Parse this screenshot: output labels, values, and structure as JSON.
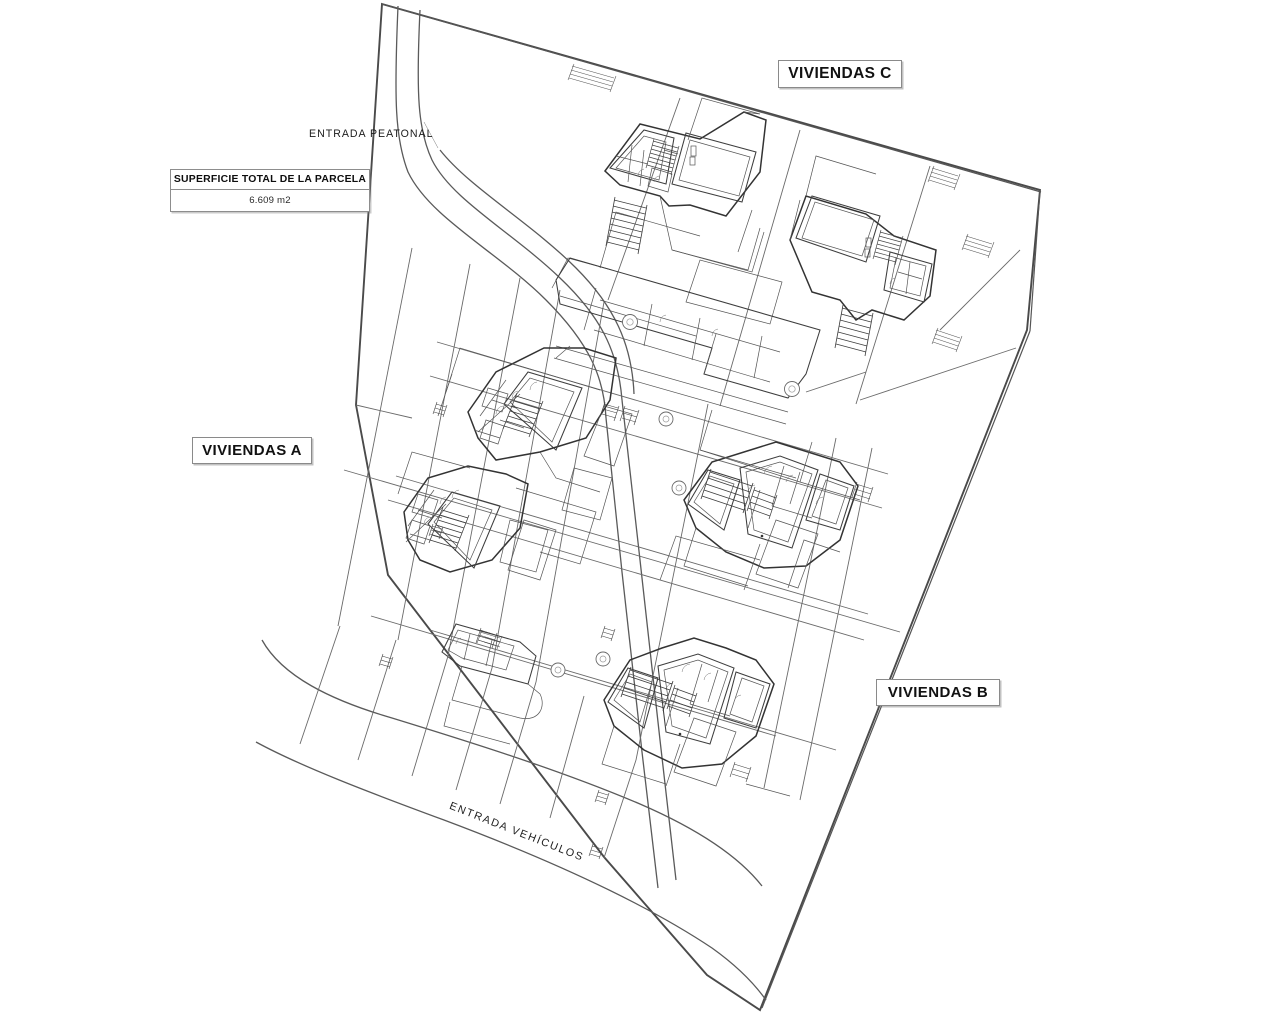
{
  "drawing": {
    "type": "architectural-site-plan",
    "background_color": "#ffffff",
    "line_color": "#333333",
    "boundary_color": "#4a4a4a"
  },
  "zone_labels": [
    {
      "id": "viviendas_c",
      "text": "VIVIENDAS C"
    },
    {
      "id": "viviendas_a",
      "text": "VIVIENDAS A"
    },
    {
      "id": "viviendas_b",
      "text": "VIVIENDAS B"
    }
  ],
  "surface_table": {
    "header": "SUPERFICIE TOTAL DE LA PARCELA",
    "value": "6.609 m2"
  },
  "annotations": [
    {
      "id": "entrada_peatonal",
      "text": "ENTRADA PEATONAL"
    },
    {
      "id": "entrada_vehiculos",
      "text": "ENTRADA VEHÍCULOS"
    }
  ],
  "unit_markers": [
    {
      "id": "m1",
      "text": ""
    },
    {
      "id": "m2",
      "text": ""
    },
    {
      "id": "m3",
      "text": ""
    },
    {
      "id": "m4",
      "text": ""
    },
    {
      "id": "m5",
      "text": ""
    },
    {
      "id": "m6",
      "text": ""
    }
  ]
}
